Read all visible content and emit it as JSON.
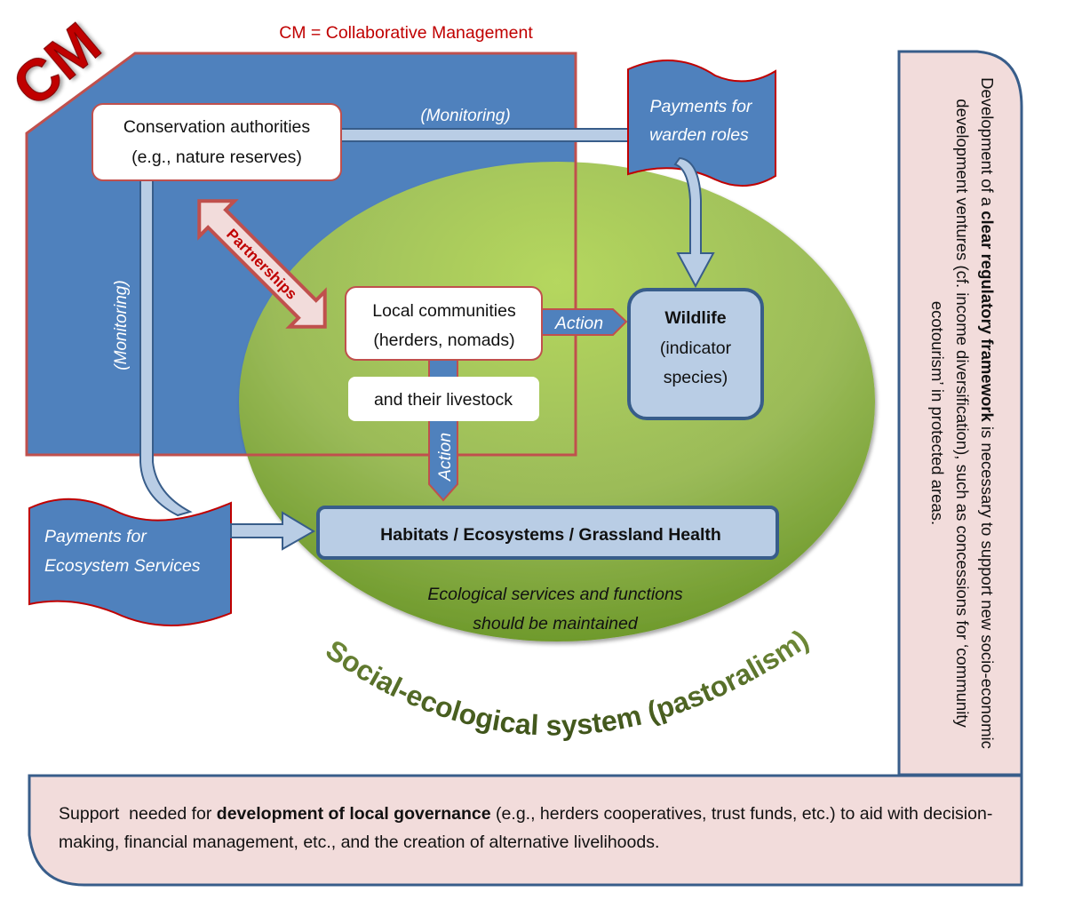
{
  "header": {
    "cm_badge": "CM",
    "cm_definition": "CM = Collaborative Management"
  },
  "nodes": {
    "conservation_authorities": {
      "line1": "Conservation authorities",
      "line2": "(e.g., nature reserves)"
    },
    "local_communities": {
      "line1": "Local communities",
      "line2": "(herders, nomads)"
    },
    "livestock": "and their livestock",
    "wildlife": {
      "title": "Wildlife",
      "line2": "(indicator",
      "line3": "species)"
    },
    "habitats": "Habitats / Ecosystems / Grassland Health"
  },
  "flags": {
    "warden": {
      "line1": "Payments for",
      "line2": "warden roles"
    },
    "ecosystem": {
      "line1": "Payments for",
      "line2": "Ecosystem Services"
    }
  },
  "arrows": {
    "monitoring_horizontal": "(Monitoring)",
    "monitoring_vertical": "(Monitoring)",
    "partnerships": "Partnerships",
    "action_right": "Action",
    "action_down": "Action"
  },
  "ellipse": {
    "note_line1": "Ecological services and functions",
    "note_line2": "should be maintained",
    "curved_label": "Social-ecological system (pastoralism)"
  },
  "right_panel": {
    "prefix": "Development of a ",
    "bold": "clear regulatory framework",
    "suffix": " is necessary to support new socio-economic development ventures (cf. income diversification), such as concessions for ‘community ecotourism’ in protected areas."
  },
  "bottom_panel": {
    "prefix": "Support  needed for ",
    "bold": "development of local governance",
    "suffix": " (e.g., herders cooperatives, trust funds, etc.) to aid with decision-making, financial management, etc., and the creation of alternative livelihoods."
  },
  "colors": {
    "cm_blue": "#4f81bd",
    "cm_border": "#c0504d",
    "badge_red": "#c00000",
    "ellipse_green": "#9bbb59",
    "light_blue": "#b9cde5",
    "dark_blue_border": "#385d8a",
    "panel_pink": "#f2dcdb",
    "curved_text_green": "#4f6228"
  }
}
